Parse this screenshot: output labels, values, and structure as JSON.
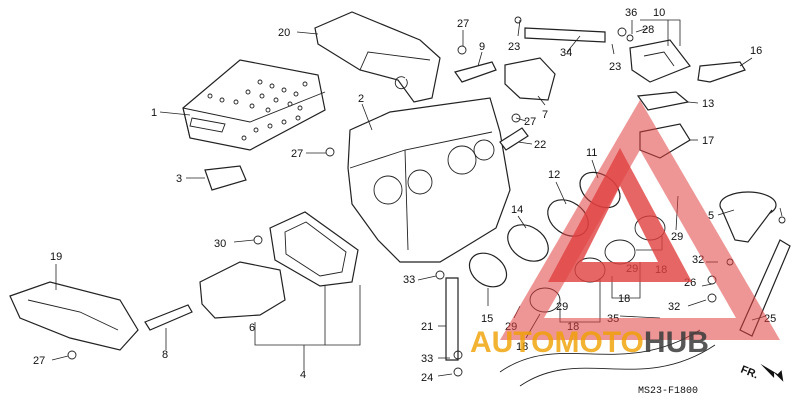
{
  "diagram": {
    "code": "MS23-F1800",
    "direction_label": "FR.",
    "watermark": "AUTOMOTOHUB",
    "callouts": [
      "1",
      "2",
      "3",
      "4",
      "5",
      "6",
      "7",
      "8",
      "9",
      "10",
      "11",
      "12",
      "13",
      "14",
      "15",
      "16",
      "17",
      "18",
      "19",
      "20",
      "21",
      "22",
      "23",
      "24",
      "25",
      "26",
      "27",
      "28",
      "29",
      "30",
      "32",
      "33",
      "34",
      "35",
      "36"
    ]
  },
  "colors": {
    "ink": "#222222",
    "watermark_red": "#e04040",
    "watermark_orange": "#f0a000"
  }
}
